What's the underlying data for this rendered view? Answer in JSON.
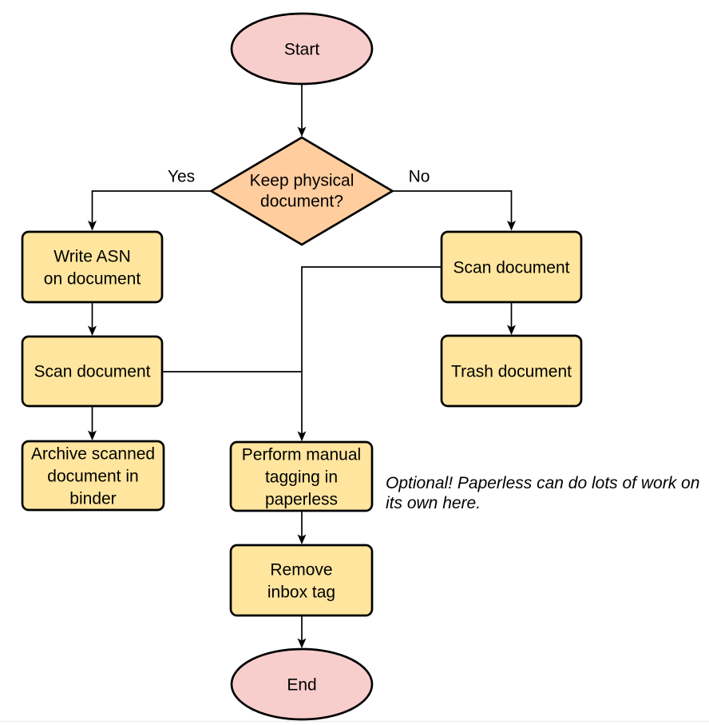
{
  "colors": {
    "terminator_fill": "#f8cecc",
    "decision_fill": "#ffcd9e",
    "process_fill": "#ffe59d",
    "shape_stroke": "#000000",
    "edge_stroke": "#000000",
    "text_color": "#000000",
    "background": "#ffffff",
    "bottom_divider": "#e9ebed"
  },
  "nodes": {
    "start": {
      "type": "terminator",
      "label": "Start"
    },
    "decision": {
      "type": "decision",
      "lines": [
        "Keep physical",
        "document?"
      ]
    },
    "write_asn": {
      "type": "process",
      "lines": [
        "Write ASN",
        "on document"
      ]
    },
    "scan_left": {
      "type": "process",
      "label": "Scan document"
    },
    "archive": {
      "type": "process",
      "lines": [
        "Archive scanned",
        "document in",
        "binder"
      ]
    },
    "scan_right": {
      "type": "process",
      "label": "Scan document"
    },
    "trash": {
      "type": "process",
      "label": "Trash document"
    },
    "tagging": {
      "type": "process",
      "lines": [
        "Perform manual",
        "tagging in",
        "paperless"
      ]
    },
    "remove_inbox": {
      "type": "process",
      "lines": [
        "Remove",
        "inbox tag"
      ]
    },
    "end": {
      "type": "terminator",
      "label": "End"
    }
  },
  "edge_labels": {
    "yes": "Yes",
    "no": "No"
  },
  "annotation": {
    "lines": [
      "Optional! Paperless can do lots of work on",
      "its own here."
    ]
  }
}
